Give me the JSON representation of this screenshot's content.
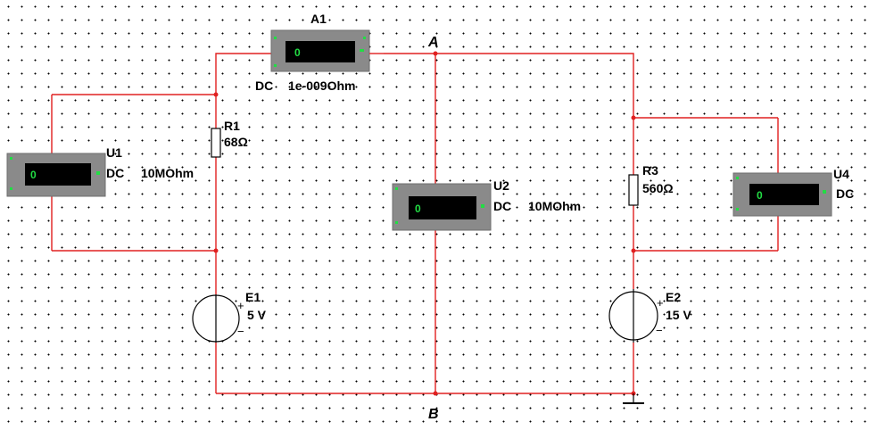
{
  "nodes": {
    "a": "A",
    "b": "B"
  },
  "ammeter": {
    "ref": "A1",
    "mode": "DC",
    "resistance": "1e-009Ohm",
    "reading": "0"
  },
  "voltmeters": [
    {
      "ref": "U1",
      "mode": "DC",
      "resistance": "10MOhm",
      "reading": "0"
    },
    {
      "ref": "U2",
      "mode": "DC",
      "resistance": "10MOhm",
      "reading": "0"
    },
    {
      "ref": "U4",
      "mode": "DC",
      "reading": "0"
    }
  ],
  "resistors": [
    {
      "ref": "R1",
      "value": "68Ω"
    },
    {
      "ref": "R3",
      "value": "560Ω"
    }
  ],
  "sources": [
    {
      "ref": "E1",
      "value": "5 V"
    },
    {
      "ref": "E2",
      "value": "15 V"
    }
  ],
  "colors": {
    "wire": "#e02020",
    "meter_body": "#8a8a8a",
    "meter_screen": "#000000",
    "meter_terminal": "#22dd44"
  }
}
